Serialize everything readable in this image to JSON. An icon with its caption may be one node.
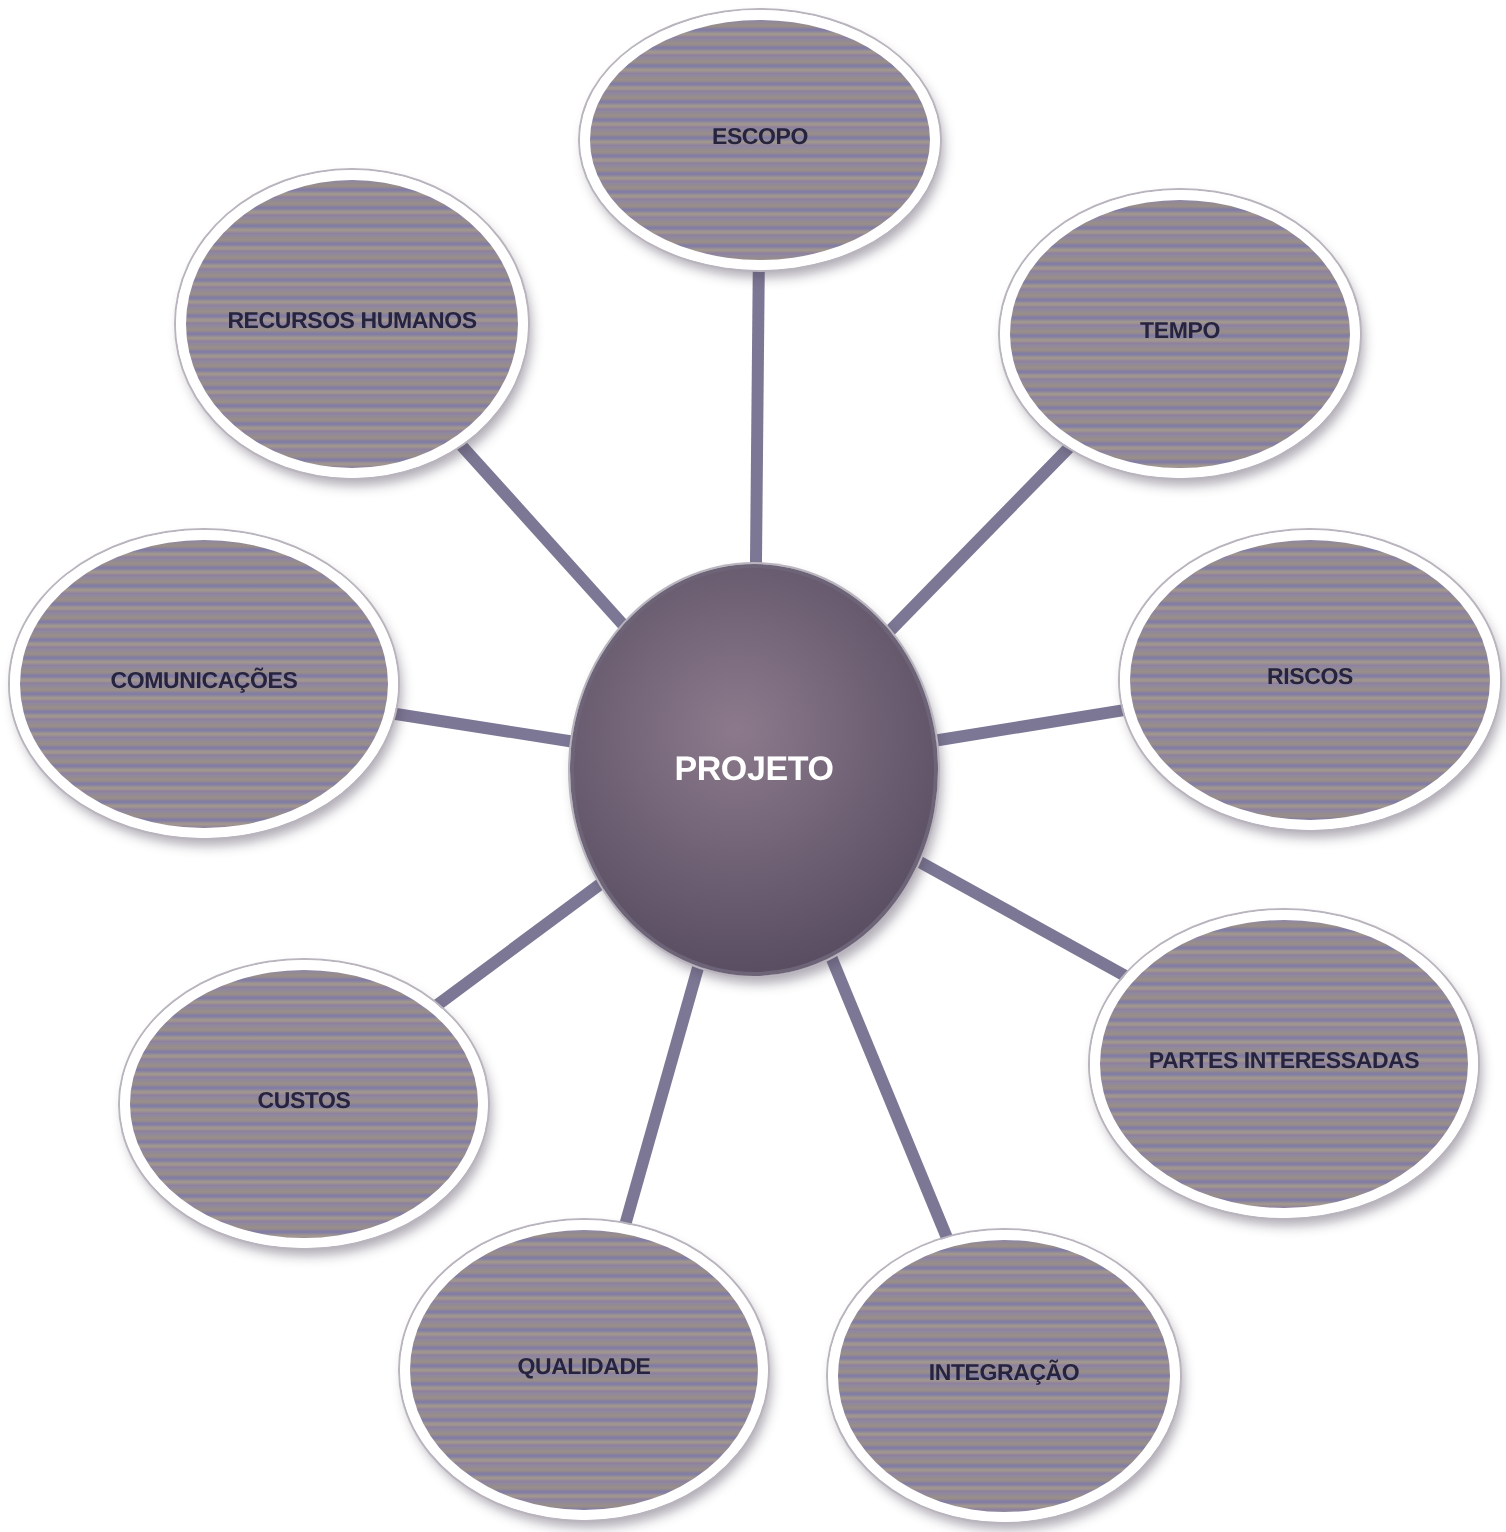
{
  "diagram": {
    "nodes": [
      {
        "text": [
          "PROJETO"
        ]
      },
      {
        "text": [
          "ESCOPO"
        ]
      },
      {
        "text": [
          "TEMPO"
        ]
      },
      {
        "text": [
          "RISCOS"
        ]
      },
      {
        "text": [
          "PARTES INTERESSADAS"
        ]
      },
      {
        "text": [
          "INTEGRAÇÃO"
        ]
      },
      {
        "text": [
          "QUALIDADE"
        ]
      },
      {
        "text": [
          "CUSTOS"
        ]
      },
      {
        "text": [
          "COMUNICAÇÕES"
        ]
      },
      {
        "text": [
          "RECURSOS HUMANOS"
        ]
      }
    ],
    "edges": [
      {
        "from": 0,
        "to": 1,
        "arrow": "none"
      },
      {
        "from": 0,
        "to": 2,
        "arrow": "none"
      },
      {
        "from": 0,
        "to": 3,
        "arrow": "none"
      },
      {
        "from": 0,
        "to": 4,
        "arrow": "none"
      },
      {
        "from": 0,
        "to": 5,
        "arrow": "none"
      },
      {
        "from": 0,
        "to": 6,
        "arrow": "none"
      },
      {
        "from": 0,
        "to": 7,
        "arrow": "none"
      },
      {
        "from": 0,
        "to": 8,
        "arrow": "none"
      },
      {
        "from": 0,
        "to": 9,
        "arrow": "none"
      }
    ]
  }
}
